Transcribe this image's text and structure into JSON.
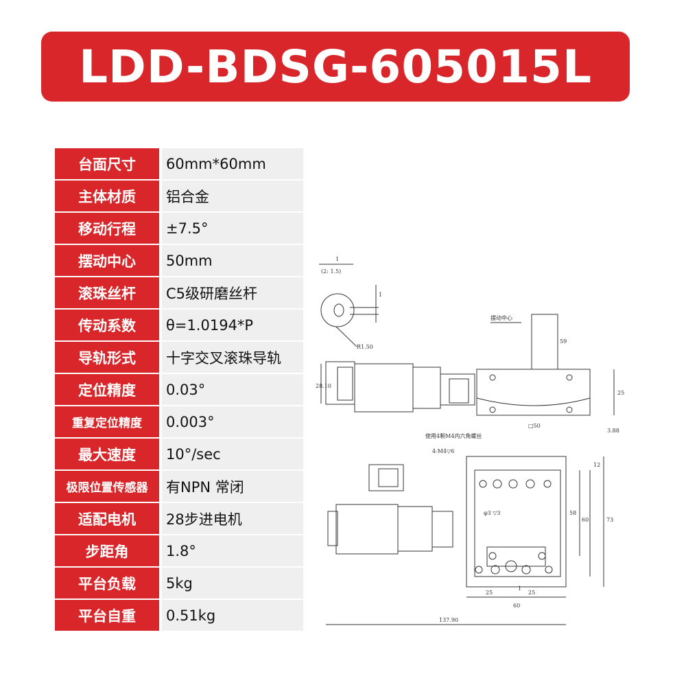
{
  "title": "LDD-BDSG-605015L",
  "specs": [
    {
      "label": "台面尺寸",
      "value": "60mm*60mm"
    },
    {
      "label": "主体材质",
      "value": "铝合金"
    },
    {
      "label": "移动行程",
      "value": "±7.5°"
    },
    {
      "label": "摆动中心",
      "value": "50mm"
    },
    {
      "label": "滚珠丝杆",
      "value": "C5级研磨丝杆"
    },
    {
      "label": "传动系数",
      "value": "θ=1.0194*P"
    },
    {
      "label": "导轨形式",
      "value": "十字交叉滚珠导轨"
    },
    {
      "label": "定位精度",
      "value": "0.03°"
    },
    {
      "label": "重复定位精度",
      "value": "0.003°"
    },
    {
      "label": "最大速度",
      "value": "10°/sec"
    },
    {
      "label": "极限位置传感器",
      "value": "有NPN 常闭"
    },
    {
      "label": "适配电机",
      "value": "28步进电机"
    },
    {
      "label": "步距角",
      "value": "1.8°"
    },
    {
      "label": "平台负载",
      "value": "5kg"
    },
    {
      "label": "平台自重",
      "value": "0.51kg"
    }
  ],
  "drawing": {
    "detail_label": "I",
    "detail_scale": "(2: 1.5)",
    "detail_radius": "R1.50",
    "detail_dim": "1",
    "swing_center_label": "摆动中心",
    "dim_59": "59",
    "dim_28": "28.10",
    "dim_25": "25",
    "dim_50": "□50",
    "dim_388": "3.88",
    "screw_note": "使用4颗M4内六角螺丝",
    "hole_note": "4-M4▽6",
    "dim_12": "12",
    "dim_58": "58",
    "dim_60v": "60",
    "dim_73": "73",
    "phi_note": "φ3 ▽3",
    "dim_25a": "25",
    "dim_1": "1",
    "dim_25b": "25",
    "dim_60h": "60",
    "dim_total": "137.90"
  }
}
